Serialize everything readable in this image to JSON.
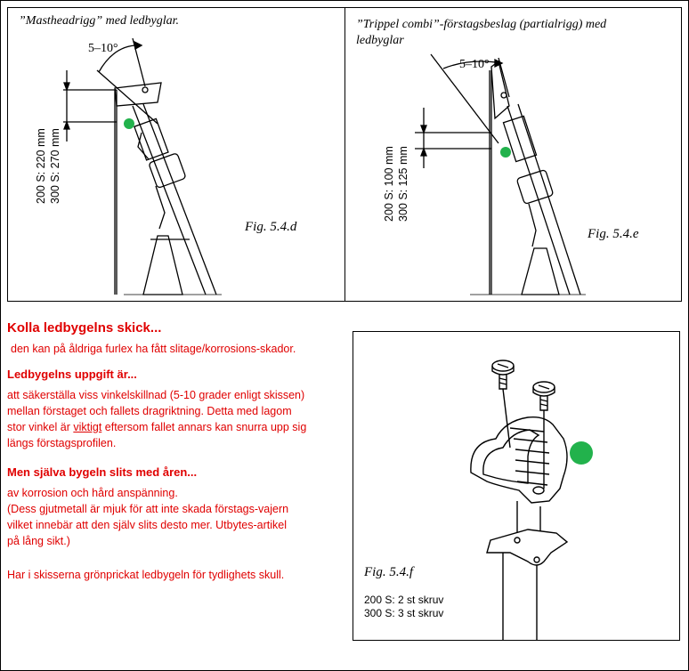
{
  "fig_d": {
    "caption": "”Mastheadrigg” med ledbyglar.",
    "angle": "5–10°",
    "dim_200": "200 S: 220 mm",
    "dim_300": "300 S: 270 mm",
    "label": "Fig. 5.4.d"
  },
  "fig_e": {
    "caption_line1": "”Trippel combi”-förstagsbeslag (partialrigg) med",
    "caption_line2": "ledbyglar",
    "angle": "5–10°",
    "dim_200": "200 S: 100 mm",
    "dim_300": "300 S: 125 mm",
    "label": "Fig. 5.4.e"
  },
  "fig_f": {
    "label": "Fig. 5.4.f",
    "screws_200": "200 S: 2 st skruv",
    "screws_300": "300 S: 3 st skruv"
  },
  "text": {
    "heading1": "Kolla ledbygelns skick...",
    "para1": "den kan på åldriga furlex ha fått slitage/korrosions-skador.",
    "heading2": "Ledbygelns uppgift är...",
    "para2_line1": "att säkerställa viss vinkelskillnad (5-10 grader enligt skissen)",
    "para2_line2": "mellan förstaget och fallets dragriktning. Detta med lagom",
    "para2_line3_a": "stor vinkel är ",
    "para2_line3_u": "viktigt",
    "para2_line3_b": " eftersom fallet annars kan snurra upp sig",
    "para2_line4": "längs förstagsprofilen.",
    "heading3": "Men själva bygeln slits med åren...",
    "para3_line1": "av korrosion och hård anspänning.",
    "para3_line2": "(Dess gjutmetall är mjuk för att inte skada förstags-vajern",
    "para3_line3": "vilket innebär att den själv slits desto  mer. Utbytes-artikel",
    "para3_line4": "på lång sikt.)",
    "para4": "Har i skisserna grönprickat ledbygeln för tydlighets skull."
  },
  "colors": {
    "text_red": "#e00000",
    "dot_green": "#22b24c"
  }
}
